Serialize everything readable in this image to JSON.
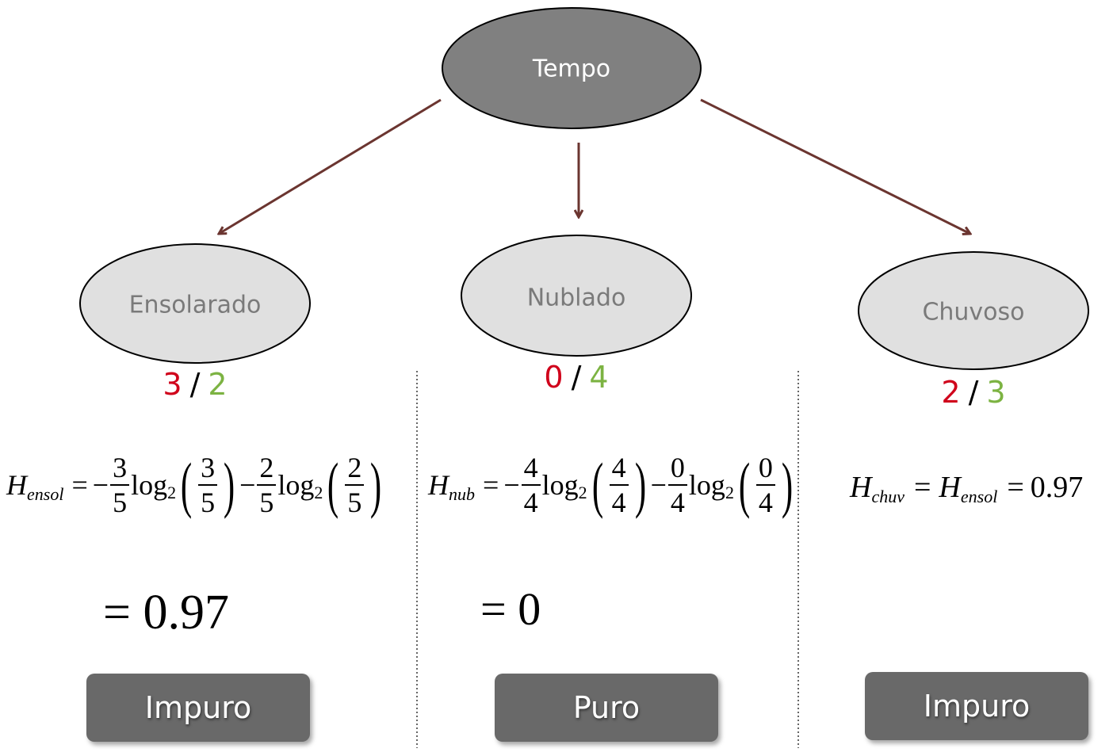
{
  "root": {
    "label": "Tempo"
  },
  "children": [
    {
      "label": "Ensolarado",
      "count_red": "3",
      "slash": "/",
      "count_green": "2",
      "status": "Impuro"
    },
    {
      "label": "Nublado",
      "count_red": "0",
      "slash": "/",
      "count_green": "4",
      "status": "Puro"
    },
    {
      "label": "Chuvoso",
      "count_red": "2",
      "slash": "/",
      "count_green": "3",
      "status": "Impuro"
    }
  ],
  "formulas": {
    "ensol": {
      "H": "H",
      "sub": "ensol",
      "eq": "=",
      "minus": "−",
      "n1": "3",
      "d1": "5",
      "log": "log",
      "base": "2",
      "n2": "2",
      "d2": "5",
      "result": "= 0.97"
    },
    "nub": {
      "H": "H",
      "sub": "nub",
      "eq": "=",
      "minus": "−",
      "n1": "4",
      "d1": "4",
      "log": "log",
      "base": "2",
      "n2": "0",
      "d2": "4",
      "result": "= 0"
    },
    "chuv": {
      "H": "H",
      "sub": "chuv",
      "eq": "=",
      "H2": "H",
      "sub2": "ensol",
      "eq2": "=",
      "value": "0.97"
    }
  },
  "colors": {
    "root_fill": "#808080",
    "child_fill": "#e0e0e0",
    "arrow": "#6b3530",
    "red": "#d0021b",
    "green": "#7cb342",
    "button": "#696969"
  }
}
